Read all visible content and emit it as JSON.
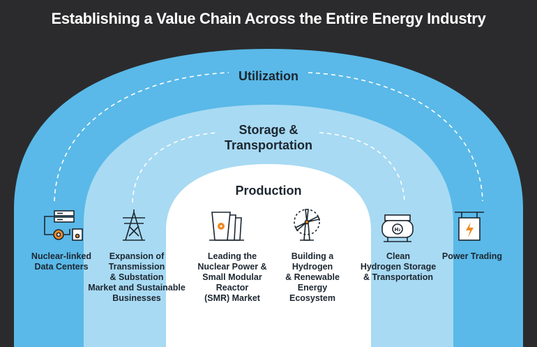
{
  "title": "Establishing a Value Chain Across the Entire Energy Industry",
  "rings": {
    "outer": {
      "label": "Utilization",
      "color": "#5ab9e8"
    },
    "middle": {
      "label_line1": "Storage &",
      "label_line2": "Transportation",
      "color": "#a8daf3"
    },
    "inner": {
      "label": "Production",
      "color": "#ffffff"
    }
  },
  "items": {
    "data_centers": {
      "lines": [
        "Nuclear-linked",
        "Data Centers"
      ],
      "icon": "data-center-icon"
    },
    "transmission": {
      "lines": [
        "Expansion of",
        "Transmission",
        "& Substation",
        "Market and Sustainable",
        "Businesses"
      ],
      "icon": "transmission-tower-icon"
    },
    "nuclear": {
      "lines": [
        "Leading the",
        "Nuclear Power &",
        "Small Modular",
        "Reactor",
        "(SMR) Market"
      ],
      "icon": "nuclear-plant-icon"
    },
    "hydrogen_eco": {
      "lines": [
        "Building a",
        "Hydrogen",
        "& Renewable",
        "Energy",
        "Ecosystem"
      ],
      "icon": "wind-turbine-icon"
    },
    "hydrogen_storage": {
      "lines": [
        "Clean",
        "Hydrogen Storage",
        "& Transportation"
      ],
      "icon": "hydrogen-tank-icon"
    },
    "power_trading": {
      "lines": [
        "Power Trading"
      ],
      "icon": "power-substation-icon"
    }
  },
  "colors": {
    "icon_stroke": "#1c2630",
    "accent_orange": "#f08a24",
    "dash": "#ffffff"
  }
}
